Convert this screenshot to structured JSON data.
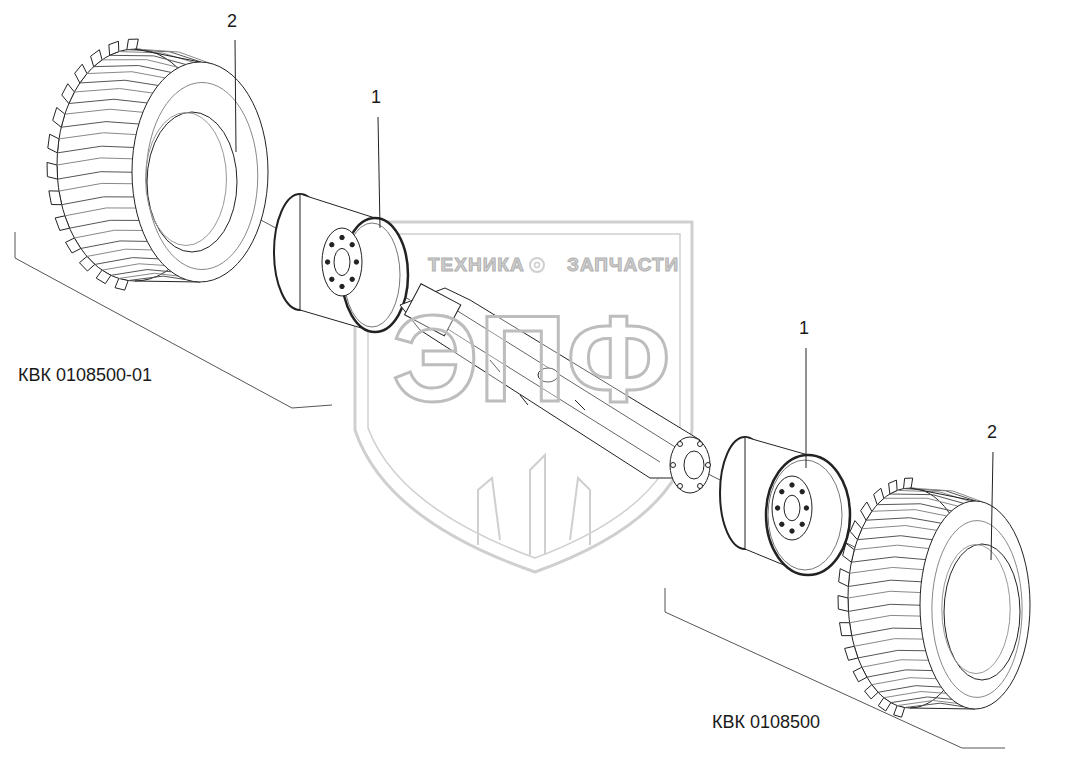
{
  "diagram": {
    "labels": [
      "2",
      "1",
      "КВК 0108500-01",
      "ТЕХНИКА",
      "ЗАПЧАСТИ",
      "ЭПФ",
      "1",
      "2",
      "КВК 0108500"
    ]
  }
}
